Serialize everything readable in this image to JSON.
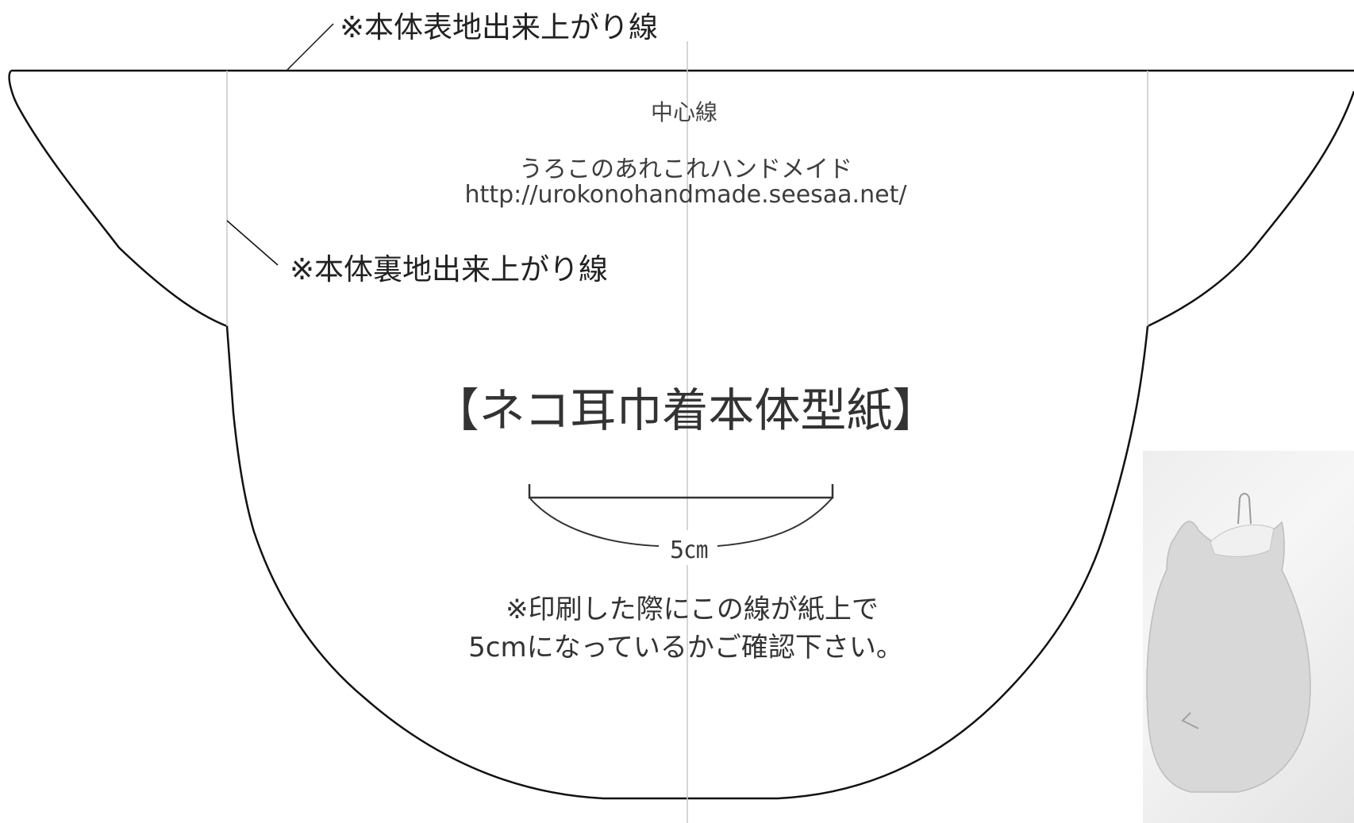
{
  "annotations": {
    "outer_finish_line": "※本体表地出来上がり線",
    "inner_finish_line": "※本体裏地出来上がり線",
    "center_line": "中心線"
  },
  "credit": {
    "author": "うろこのあれこれハンドメイド",
    "url": "http://urokonohandmade.seesaa.net/"
  },
  "title": "【ネコ耳巾着本体型紙】",
  "scale": {
    "label": "5㎝",
    "note_line1": "※印刷した際にこの線が紙上で",
    "note_line2": "5cmになっているかご確認下さい。"
  },
  "colors": {
    "outline": "#111111",
    "guide_line": "#c8c8c8",
    "text": "#333333"
  }
}
